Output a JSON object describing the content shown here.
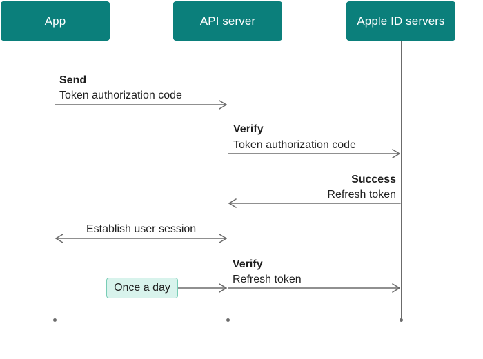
{
  "actors": {
    "app": "App",
    "api_server": "API server",
    "apple_id_servers": "Apple ID servers"
  },
  "messages": {
    "send": {
      "title": "Send",
      "subtitle": "Token authorization code"
    },
    "verify_auth_code": {
      "title": "Verify",
      "subtitle": "Token authorization code"
    },
    "success": {
      "title": "Success",
      "subtitle": "Refresh token"
    },
    "establish": {
      "label": "Establish user session"
    },
    "verify_refresh": {
      "title": "Verify",
      "subtitle": "Refresh token"
    },
    "once_a_day": "Once a day"
  },
  "colors": {
    "actor_fill": "#0b7f7b",
    "actor_text": "#ffffff",
    "line": "#6b6b6b",
    "pill_fill": "#d8f3ec",
    "pill_border": "#79cdb6"
  }
}
